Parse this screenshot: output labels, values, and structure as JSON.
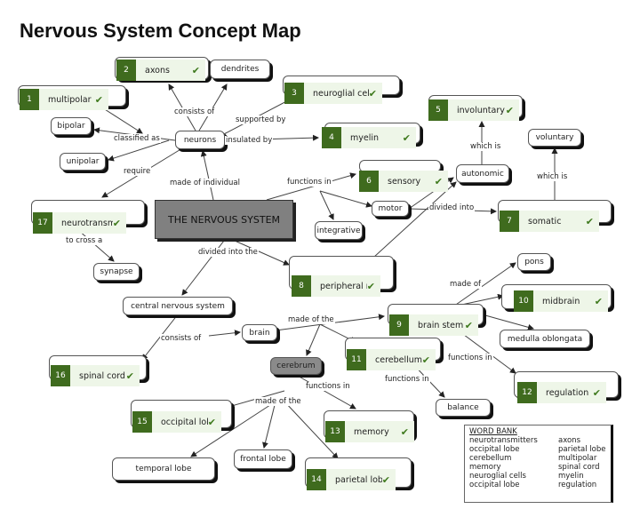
{
  "title": "Nervous System Concept Map",
  "center": "THE NERVOUS SYSTEM",
  "answers": [
    {
      "num": "1",
      "text": "multipolar"
    },
    {
      "num": "2",
      "text": "axons"
    },
    {
      "num": "3",
      "text": "neuroglial cells"
    },
    {
      "num": "4",
      "text": "myelin"
    },
    {
      "num": "5",
      "text": "involuntary"
    },
    {
      "num": "6",
      "text": "sensory"
    },
    {
      "num": "7",
      "text": "somatic"
    },
    {
      "num": "8",
      "text": "peripheral nerv"
    },
    {
      "num": "9",
      "text": "brain stem"
    },
    {
      "num": "10",
      "text": "midbrain"
    },
    {
      "num": "11",
      "text": "cerebellum"
    },
    {
      "num": "12",
      "text": "regulation"
    },
    {
      "num": "13",
      "text": "memory"
    },
    {
      "num": "14",
      "text": "parietal lobe"
    },
    {
      "num": "15",
      "text": "occipital lobe"
    },
    {
      "num": "16",
      "text": "spinal cord"
    },
    {
      "num": "17",
      "text": "neurotransmitt"
    }
  ],
  "concepts": [
    "dendrites",
    "bipolar",
    "unipolar",
    "neurons",
    "synapse",
    "integrative",
    "motor",
    "autonomic",
    "voluntary",
    "pons",
    "medulla oblongata",
    "balance",
    "central nervous system",
    "brain",
    "cerebrum",
    "frontal lobe",
    "temporal lobe"
  ],
  "links": [
    "consists of",
    "supported by",
    "insulated by",
    "classified as",
    "require",
    "made of individual",
    "functions in",
    "divided into",
    "which is",
    "which is",
    "to  cross a",
    "divided into the",
    "made of",
    "made of the",
    "consists of",
    "functions in",
    "functions in",
    "functions in",
    "made of the"
  ],
  "word_bank": {
    "heading": "WORD BANK",
    "col1": [
      "neurotransmitters",
      "occipital lobe",
      "cerebellum",
      "memory",
      "neuroglial cells",
      "occipital lobe"
    ],
    "col2": [
      "axons",
      "parietal lobe",
      "multipolar",
      "spinal cord",
      "myelin",
      "regulation"
    ]
  },
  "colors": {
    "answer": "#3f6b1e",
    "center": "#808080"
  }
}
